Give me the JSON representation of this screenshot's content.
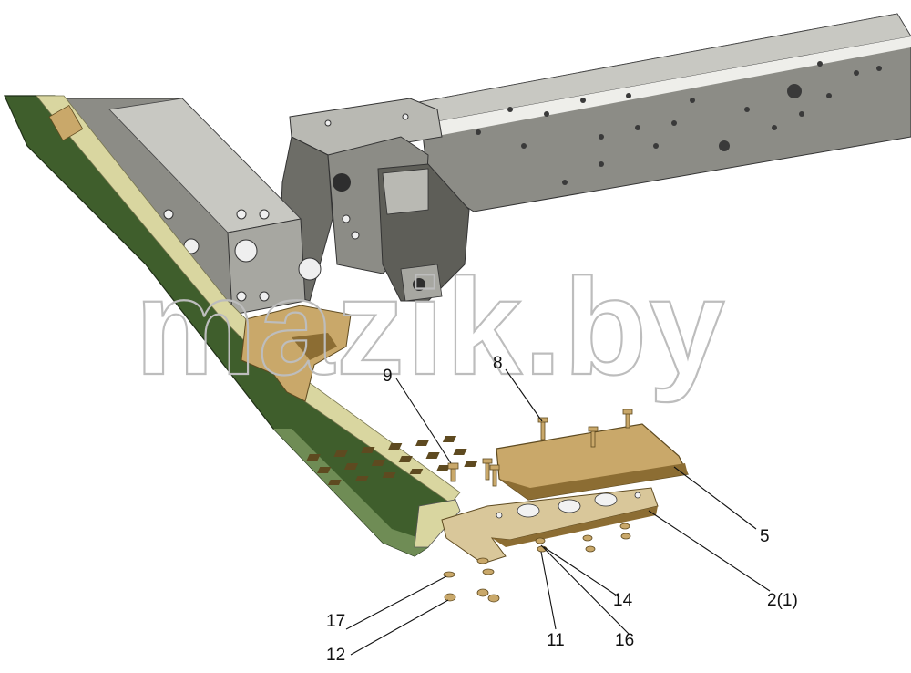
{
  "watermark": "mazik.by",
  "colors": {
    "frame_gray": "#8c8c86",
    "frame_gray_dark": "#5e5e58",
    "frame_green": "#3f5e2c",
    "frame_green_light": "#d9d6a0",
    "part_tan": "#c9a86a",
    "part_tan_dark": "#8c6d33"
  },
  "callouts": {
    "c5": "5",
    "c8": "8",
    "c9": "9",
    "c2": "2(1)",
    "c11": "11",
    "c12": "12",
    "c14": "14",
    "c16": "16",
    "c17": "17"
  }
}
